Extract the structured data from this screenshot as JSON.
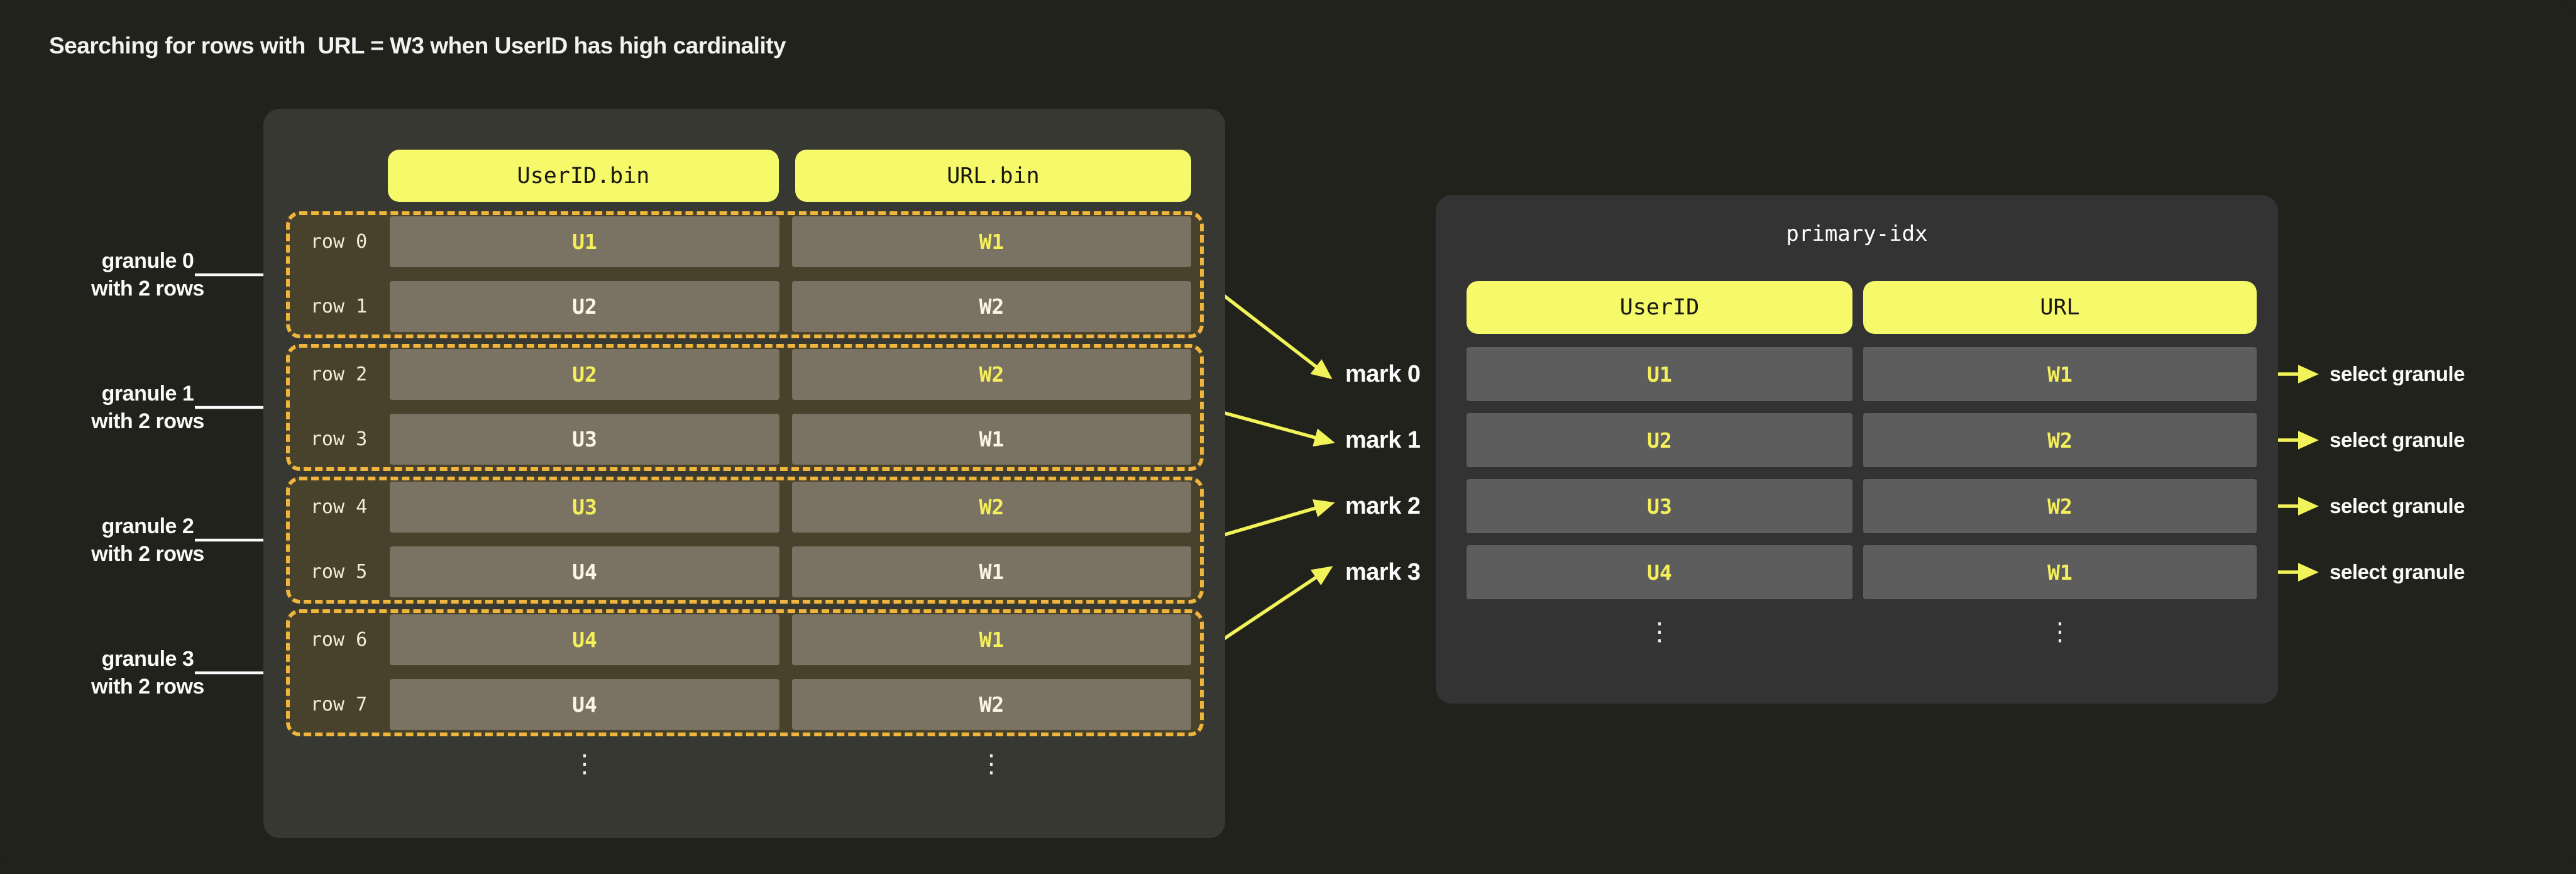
{
  "title": "Searching for rows with  URL = W3 when UserID has high cardinality",
  "colors": {
    "background": "#20221b",
    "panel_left": "#373832",
    "panel_right": "#333333",
    "header_pill": "#f5f96a",
    "header_text": "#17170e",
    "granule_fill": "#48412c",
    "granule_border": "#f0b53c",
    "cell_bin": "#7a7263",
    "cell_index": "#5d5d5d",
    "value_highlight": "#f4ef5a",
    "value_normal": "#faf5e8",
    "arrow_yellow": "#f2f259",
    "arrow_white": "#fafafa",
    "label_text": "#fafafa"
  },
  "bin_files": {
    "headers": [
      "UserID.bin",
      "URL.bin"
    ],
    "granules": [
      {
        "label": [
          "granule 0",
          "with 2 rows"
        ],
        "rows": [
          {
            "row": "row 0",
            "userid": "U1",
            "url": "W1"
          },
          {
            "row": "row 1",
            "userid": "U2",
            "url": "W2"
          }
        ]
      },
      {
        "label": [
          "granule 1",
          "with 2 rows"
        ],
        "rows": [
          {
            "row": "row 2",
            "userid": "U2",
            "url": "W2"
          },
          {
            "row": "row 3",
            "userid": "U3",
            "url": "W1"
          }
        ]
      },
      {
        "label": [
          "granule 2",
          "with 2 rows"
        ],
        "rows": [
          {
            "row": "row 4",
            "userid": "U3",
            "url": "W2"
          },
          {
            "row": "row 5",
            "userid": "U4",
            "url": "W1"
          }
        ]
      },
      {
        "label": [
          "granule 3",
          "with 2 rows"
        ],
        "rows": [
          {
            "row": "row 6",
            "userid": "U4",
            "url": "W1"
          },
          {
            "row": "row 7",
            "userid": "U4",
            "url": "W2"
          }
        ]
      }
    ],
    "ellipsis": "⋮"
  },
  "marks": [
    "mark 0",
    "mark 1",
    "mark 2",
    "mark 3"
  ],
  "primary_index": {
    "title": "primary-idx",
    "headers": [
      "UserID",
      "URL"
    ],
    "rows": [
      {
        "userid": "U1",
        "url": "W1"
      },
      {
        "userid": "U2",
        "url": "W2"
      },
      {
        "userid": "U3",
        "url": "W2"
      },
      {
        "userid": "U4",
        "url": "W1"
      }
    ],
    "ellipsis": "⋮"
  },
  "select_labels": [
    "select granule",
    "select granule",
    "select granule",
    "select granule"
  ]
}
